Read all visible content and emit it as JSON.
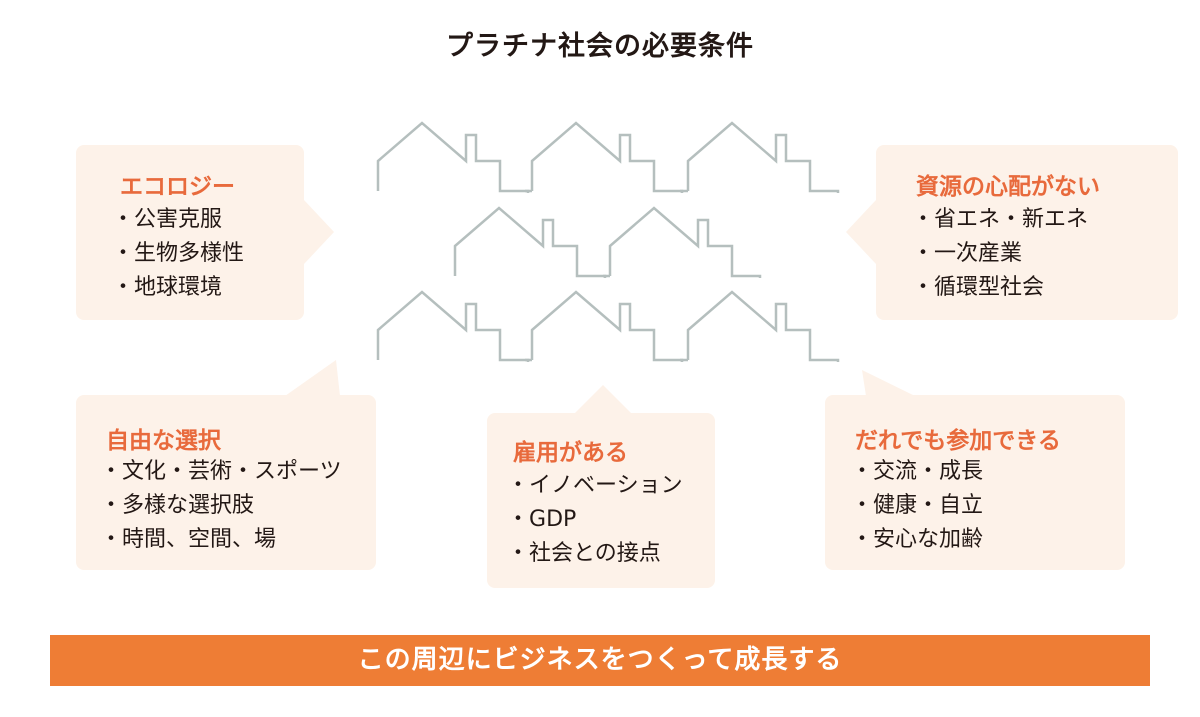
{
  "title": "プラチナ社会の必要条件",
  "bubbles": [
    {
      "title": "エコロジー",
      "items": [
        "公害克服",
        "生物多様性",
        "地球環境"
      ]
    },
    {
      "title": "資源の心配がない",
      "items": [
        "省エネ・新エネ",
        "一次産業",
        "循環型社会"
      ]
    },
    {
      "title": "自由な選択",
      "items": [
        "文化・芸術・スポーツ",
        "多様な選択肢",
        "時間、空間、場"
      ]
    },
    {
      "title": "雇用がある",
      "items": [
        "イノベーション",
        "GDP",
        "社会との接点"
      ]
    },
    {
      "title": "だれでも参加できる",
      "items": [
        "交流・成長",
        "健康・自立",
        "安心な加齢"
      ]
    }
  ],
  "banner": "この周辺にビジネスをつくって成長する",
  "colors": {
    "accent": "#ee7d35",
    "heading": "#e86a3c",
    "bubble_bg": "#fdf2e9",
    "house_stroke": "#b5bfbe"
  },
  "icons": [
    "house-outline-icon"
  ]
}
